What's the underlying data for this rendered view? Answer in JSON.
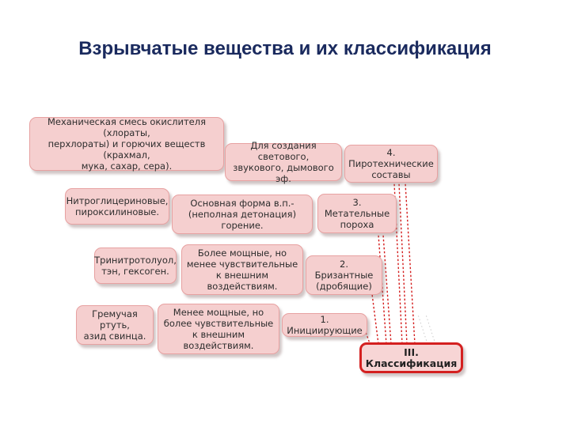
{
  "title": "Взрывчатые вещества и их классификация",
  "diagram": {
    "root": "III. Классификация",
    "categories": [
      {
        "label": "1. Инициирующие",
        "property": "Менее мощные, но\nболее чувствительные\nк внешним воздействиям.",
        "example": "Гремучая ртуть,\nазид свинца."
      },
      {
        "label": "2. Бризантные\n(дробящие)",
        "property": "Более мощные, но\nменее чувствительные\nк внешним воздействиям.",
        "example": "Тринитротолуол,\nтэн, гексоген."
      },
      {
        "label": "3. Метательные\nпороха",
        "property": "Основная форма в.п.-\n(неполная детонация) горение.",
        "example": "Нитроглицериновые,\nпироксилиновые."
      },
      {
        "label": "4. Пиротехнические\nсоставы",
        "property": "Для создания светового,\nзвукового, дымового эф.",
        "example": "Механическая смесь окислителя (хлораты,\nперхлораты) и горючих веществ (крахмал,\nмука, сахар, сера)."
      }
    ]
  },
  "colors": {
    "title": "#1a2a5e",
    "box_fill": "#f5cfcf",
    "box_border": "#e7a1a1",
    "root_border": "#d42020",
    "connector": "#d41e1e"
  }
}
